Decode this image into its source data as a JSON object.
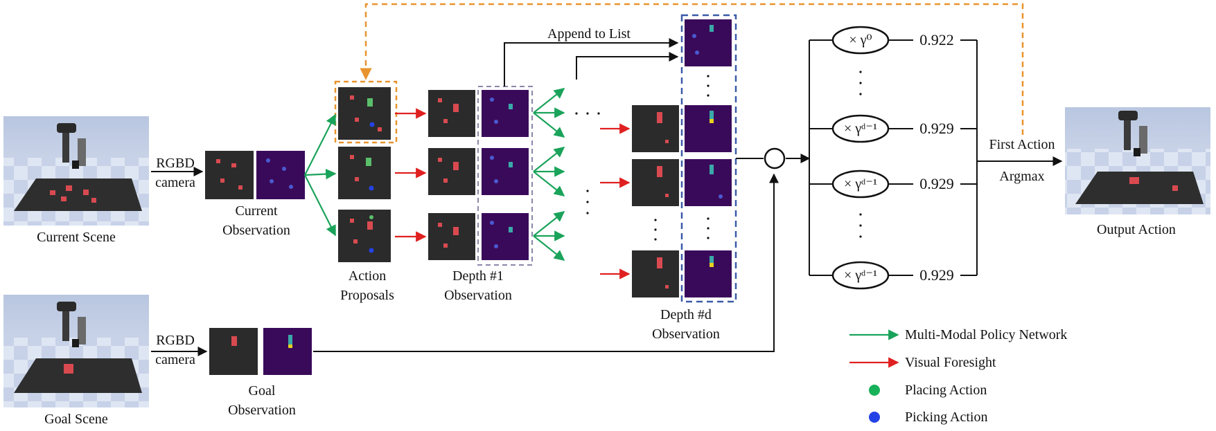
{
  "scenes": {
    "current": "Current Scene",
    "goal": "Goal Scene",
    "output": "Output Action"
  },
  "camera": {
    "line1": "RGBD",
    "line2": "camera"
  },
  "observations": {
    "current": [
      "Current",
      "Observation"
    ],
    "goal": [
      "Goal",
      "Observation"
    ],
    "proposals": [
      "Action",
      "Proposals"
    ],
    "depth1": [
      "Depth #1",
      "Observation"
    ],
    "depthd": [
      "Depth #d",
      "Observation"
    ]
  },
  "append_label": "Append to List",
  "subtract_symbol": "-",
  "discounts": [
    {
      "factor": "× γ⁰",
      "value": "0.922"
    },
    {
      "factor": "× γᵈ⁻¹",
      "value": "0.929"
    },
    {
      "factor": "× γᵈ⁻¹",
      "value": "0.929"
    },
    {
      "factor": "× γᵈ⁻¹",
      "value": "0.929"
    }
  ],
  "first_action": "First Action",
  "argmax": "Argmax",
  "legend": [
    {
      "label": "Multi-Modal Policy Network",
      "color": "#1aa35a",
      "kind": "arrow"
    },
    {
      "label": "Visual Foresight",
      "color": "#e02020",
      "kind": "arrow"
    },
    {
      "label": "Placing Action",
      "color": "#17b15a",
      "kind": "dot"
    },
    {
      "label": "Picking Action",
      "color": "#2342e6",
      "kind": "dot"
    }
  ],
  "colors": {
    "green": "#1aa35a",
    "red": "#e02020",
    "orange": "#e8942e",
    "blue_frame": "#3a5aa8",
    "gray_frame": "#8a86a8",
    "dark_tile": "#2b2b2b",
    "purple_tile": "#3a0a5a"
  }
}
